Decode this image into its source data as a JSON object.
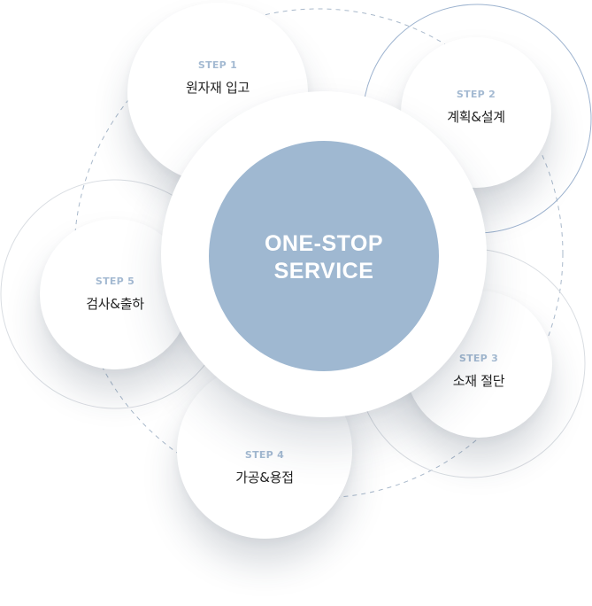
{
  "colors": {
    "accent": "#9fb8d1",
    "step_label": "#a4bad2",
    "ring_blue": "#9db3cf",
    "ring_gray": "#d9dde2",
    "dashed_line": "#a9b9cb"
  },
  "center": {
    "line1": "ONE-STOP",
    "line2": "SERVICE"
  },
  "steps": [
    {
      "label": "STEP 1",
      "title": "원자재 입고"
    },
    {
      "label": "STEP 2",
      "title": "계획&설계"
    },
    {
      "label": "STEP 3",
      "title": "소재 절단"
    },
    {
      "label": "STEP 4",
      "title": "가공&용접"
    },
    {
      "label": "STEP 5",
      "title": "검사&출하"
    }
  ]
}
